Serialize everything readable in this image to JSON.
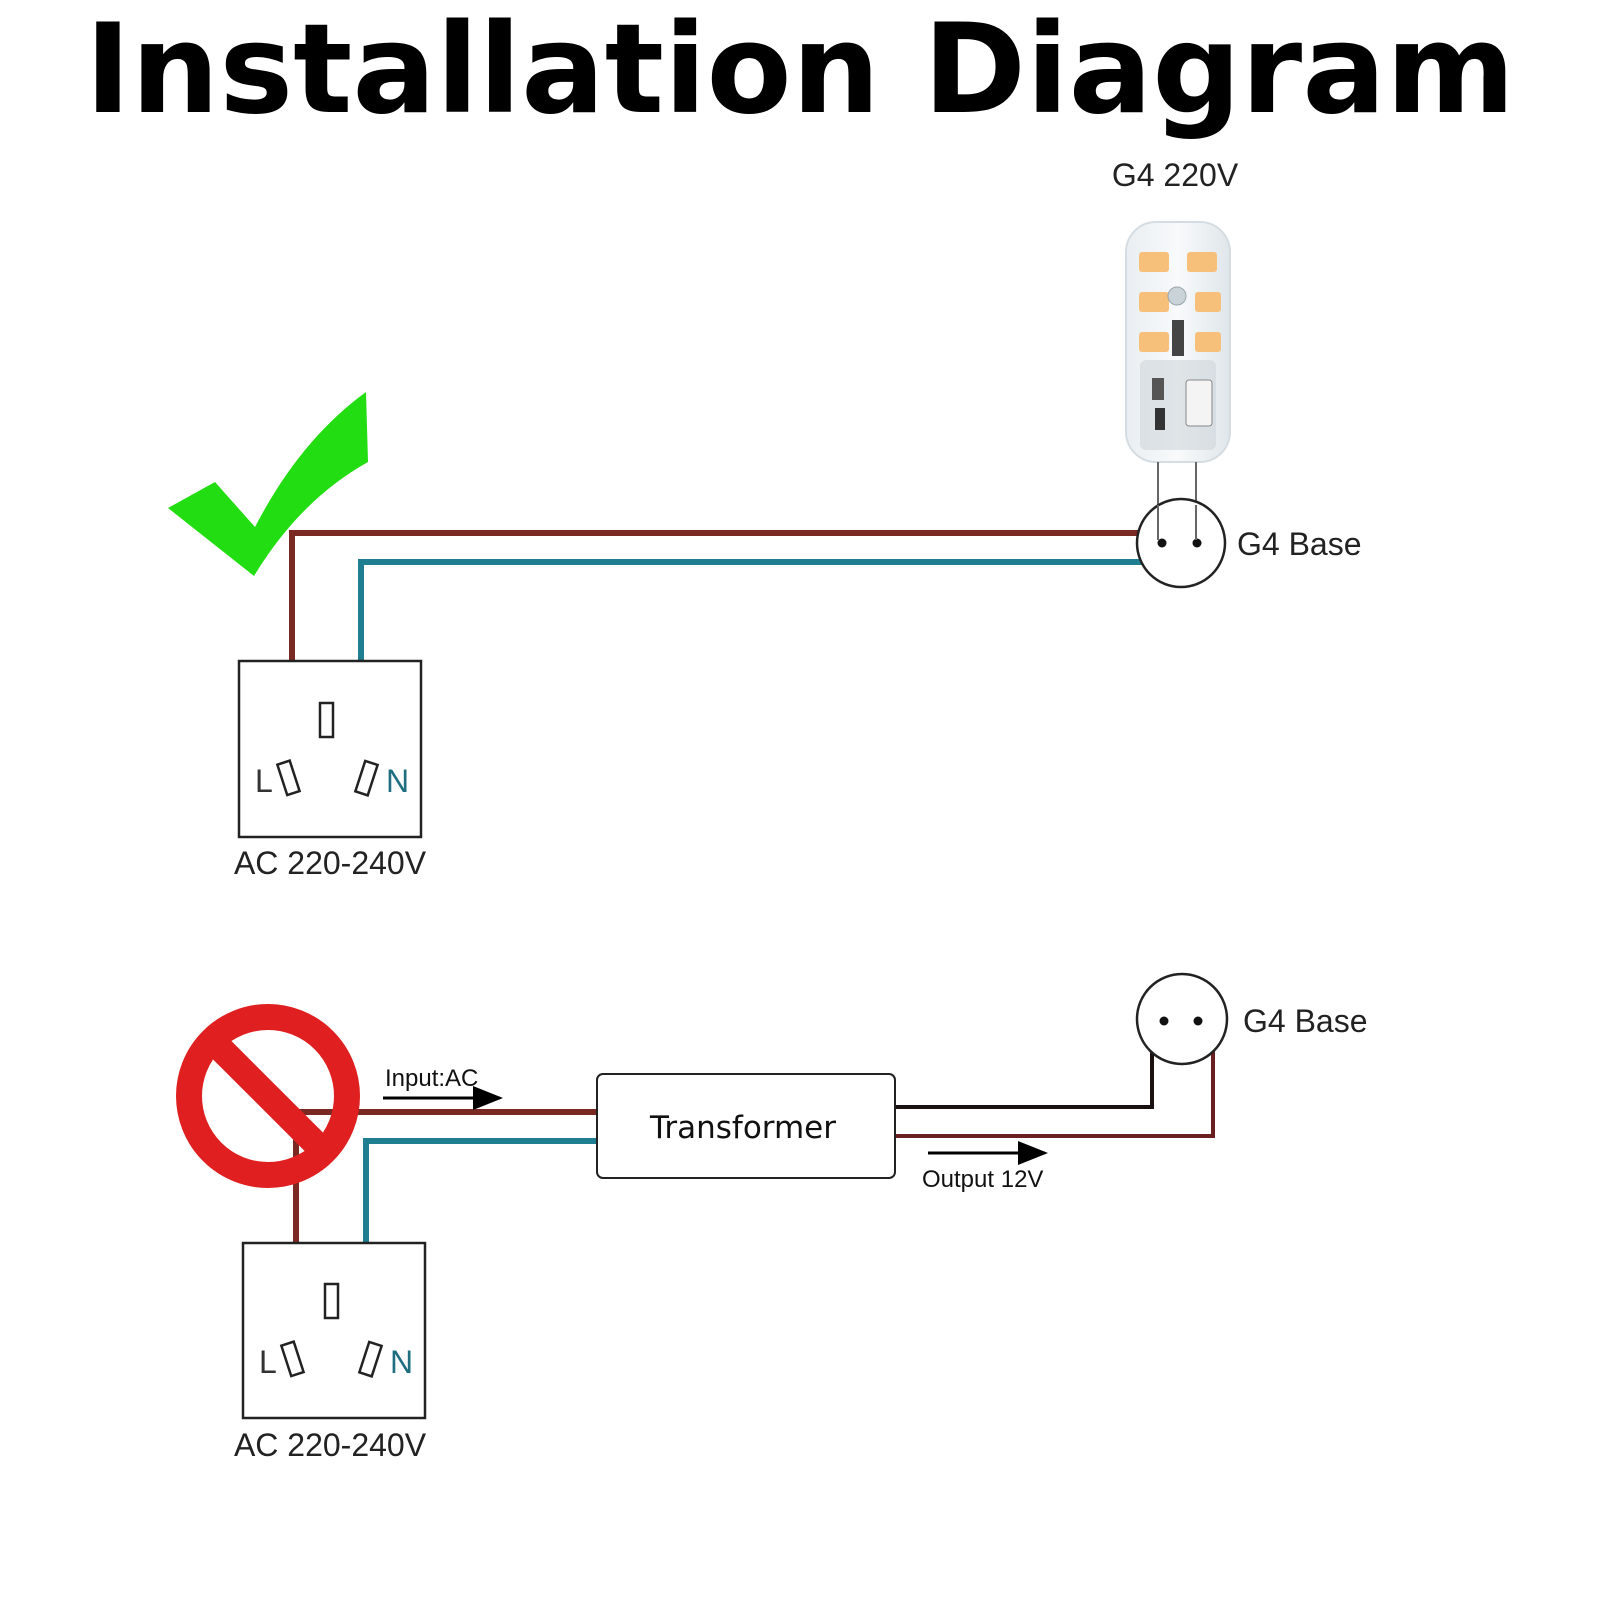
{
  "title": "Installation Diagram",
  "colors": {
    "live_wire": "#7a2a22",
    "neutral_wire": "#1f7f90",
    "dc_wire_1": "#1a1010",
    "dc_wire_2": "#6a2020",
    "check_mark": "#22dd11",
    "prohibit": "#e02020",
    "led_chip": "#f7c07a",
    "neutral_letter": "#1f6f80",
    "live_letter": "#333333"
  },
  "correct": {
    "bulb_label": "G4 220V",
    "base_label": "G4 Base",
    "socket": {
      "live_letter": "L",
      "neutral_letter": "N",
      "voltage_label": "AC 220-240V"
    },
    "status_icon": "check-mark-icon"
  },
  "wrong": {
    "status_icon": "prohibited-icon",
    "input_label": "Input:AC",
    "transformer_label": "Transformer",
    "output_label": "Output 12V",
    "base_label": "G4 Base",
    "socket": {
      "live_letter": "L",
      "neutral_letter": "N",
      "voltage_label": "AC 220-240V"
    }
  }
}
